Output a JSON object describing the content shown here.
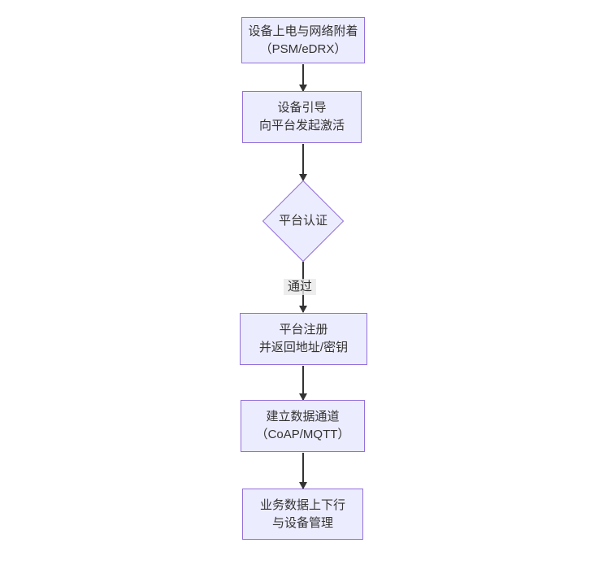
{
  "diagram": {
    "type": "flowchart-vertical",
    "colors": {
      "background": "#ffffff",
      "node_fill": "#ECECFF",
      "node_border": "#9370DB",
      "arrow": "#333333",
      "text": "#333333",
      "edge_label_bg": "rgba(232,232,232,0.8)"
    },
    "nodes": [
      {
        "id": "power-on-attach",
        "shape": "rect",
        "lines": [
          "设备上电与网络附着",
          "（PSM/eDRX）"
        ]
      },
      {
        "id": "bootstrap",
        "shape": "rect",
        "lines": [
          "设备引导",
          "向平台发起激活"
        ]
      },
      {
        "id": "platform-auth",
        "shape": "diamond",
        "lines": [
          "平台认证"
        ]
      },
      {
        "id": "platform-register",
        "shape": "rect",
        "lines": [
          "平台注册",
          "并返回地址/密钥"
        ]
      },
      {
        "id": "data-channel",
        "shape": "rect",
        "lines": [
          "建立数据通道",
          "（CoAP/MQTT）"
        ]
      },
      {
        "id": "business-data",
        "shape": "rect",
        "lines": [
          "业务数据上下行",
          "与设备管理"
        ]
      }
    ],
    "edges": [
      {
        "from": "power-on-attach",
        "to": "bootstrap",
        "label": ""
      },
      {
        "from": "bootstrap",
        "to": "platform-auth",
        "label": ""
      },
      {
        "from": "platform-auth",
        "to": "platform-register",
        "label": "通过"
      },
      {
        "from": "platform-register",
        "to": "data-channel",
        "label": ""
      },
      {
        "from": "data-channel",
        "to": "business-data",
        "label": ""
      }
    ]
  }
}
